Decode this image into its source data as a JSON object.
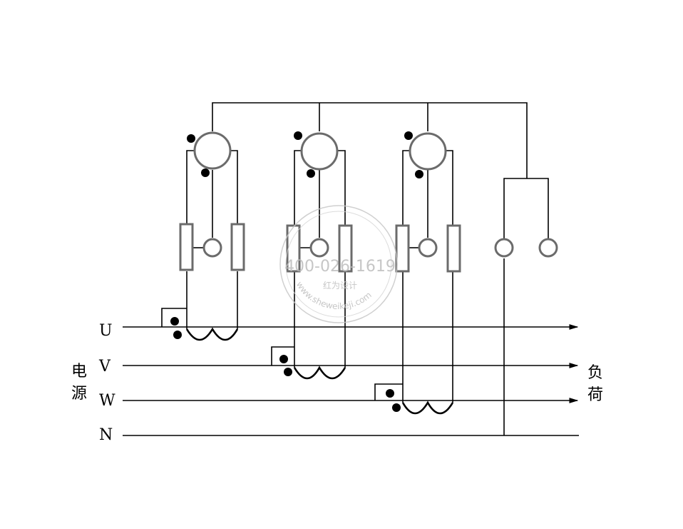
{
  "lines": {
    "u": "U",
    "v": "V",
    "w": "W",
    "n": "N"
  },
  "source_label": [
    "电",
    "源"
  ],
  "load_label": [
    "负",
    "荷"
  ],
  "watermark": {
    "phone": "400-026-1619",
    "text": "红为设计",
    "ring": "www.sheweikeji.com"
  }
}
